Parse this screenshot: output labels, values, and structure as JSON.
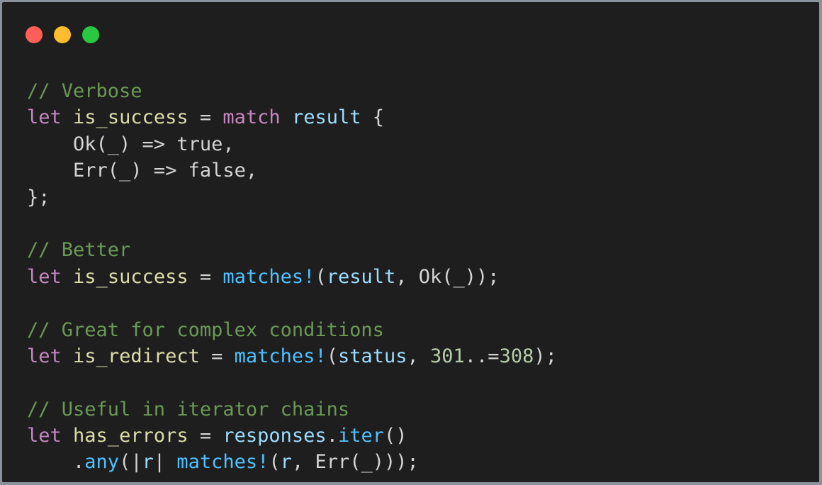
{
  "window": {
    "controls": [
      "close",
      "minimize",
      "maximize"
    ],
    "colors": {
      "background": "#1e1e1e",
      "frame": "#8a939d",
      "close": "#ff5f57",
      "minimize": "#febc2e",
      "maximize": "#28c840",
      "comment": "#6a9955",
      "keyword": "#c586c0",
      "identifier": "#dcdcaa",
      "variable": "#9cdcfe",
      "function": "#4fc1ff",
      "number": "#b5cea8",
      "text": "#d4d4d4"
    }
  },
  "code": {
    "lines": [
      [
        {
          "t": "// Verbose",
          "c": "comment"
        }
      ],
      [
        {
          "t": "let",
          "c": "keyword"
        },
        {
          "t": " ",
          "c": "plain"
        },
        {
          "t": "is_success",
          "c": "ident"
        },
        {
          "t": " = ",
          "c": "plain"
        },
        {
          "t": "match",
          "c": "keyword"
        },
        {
          "t": " ",
          "c": "plain"
        },
        {
          "t": "result",
          "c": "var"
        },
        {
          "t": " {",
          "c": "plain"
        }
      ],
      [
        {
          "t": "    Ok(_) => true,",
          "c": "plain"
        }
      ],
      [
        {
          "t": "    Err(_) => false,",
          "c": "plain"
        }
      ],
      [
        {
          "t": "};",
          "c": "plain"
        }
      ],
      [],
      [
        {
          "t": "// Better",
          "c": "comment"
        }
      ],
      [
        {
          "t": "let",
          "c": "keyword"
        },
        {
          "t": " ",
          "c": "plain"
        },
        {
          "t": "is_success",
          "c": "ident"
        },
        {
          "t": " = ",
          "c": "plain"
        },
        {
          "t": "matches!",
          "c": "func"
        },
        {
          "t": "(",
          "c": "plain"
        },
        {
          "t": "result",
          "c": "var"
        },
        {
          "t": ", Ok(_));",
          "c": "plain"
        }
      ],
      [],
      [
        {
          "t": "// Great for complex conditions",
          "c": "comment"
        }
      ],
      [
        {
          "t": "let",
          "c": "keyword"
        },
        {
          "t": " ",
          "c": "plain"
        },
        {
          "t": "is_redirect",
          "c": "ident"
        },
        {
          "t": " = ",
          "c": "plain"
        },
        {
          "t": "matches!",
          "c": "func"
        },
        {
          "t": "(",
          "c": "plain"
        },
        {
          "t": "status",
          "c": "var"
        },
        {
          "t": ", ",
          "c": "plain"
        },
        {
          "t": "301",
          "c": "num"
        },
        {
          "t": "..=",
          "c": "plain"
        },
        {
          "t": "308",
          "c": "num"
        },
        {
          "t": ");",
          "c": "plain"
        }
      ],
      [],
      [
        {
          "t": "// Useful in iterator chains",
          "c": "comment"
        }
      ],
      [
        {
          "t": "let",
          "c": "keyword"
        },
        {
          "t": " ",
          "c": "plain"
        },
        {
          "t": "has_errors",
          "c": "ident"
        },
        {
          "t": " = ",
          "c": "plain"
        },
        {
          "t": "responses",
          "c": "var"
        },
        {
          "t": ".",
          "c": "plain"
        },
        {
          "t": "iter",
          "c": "func"
        },
        {
          "t": "()",
          "c": "plain"
        }
      ],
      [
        {
          "t": "    .",
          "c": "plain"
        },
        {
          "t": "any",
          "c": "func"
        },
        {
          "t": "(|",
          "c": "plain"
        },
        {
          "t": "r",
          "c": "var"
        },
        {
          "t": "| ",
          "c": "plain"
        },
        {
          "t": "matches!",
          "c": "func"
        },
        {
          "t": "(",
          "c": "plain"
        },
        {
          "t": "r",
          "c": "var"
        },
        {
          "t": ", Err(_)));",
          "c": "plain"
        }
      ]
    ]
  }
}
